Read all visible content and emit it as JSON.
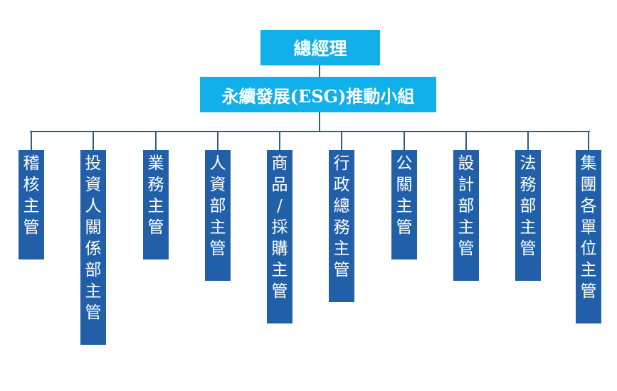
{
  "top": {
    "title": "總經理"
  },
  "committee": {
    "title": "永續發展(ESG)推動小組"
  },
  "departments": [
    {
      "chars": [
        "稽",
        "核",
        "主",
        "管"
      ]
    },
    {
      "chars": [
        "投",
        "資",
        "人",
        "關",
        "係",
        "部",
        "主",
        "管"
      ]
    },
    {
      "chars": [
        "業",
        "務",
        "主",
        "管"
      ]
    },
    {
      "chars": [
        "人",
        "資",
        "部",
        "主",
        "管"
      ]
    },
    {
      "chars": [
        "商",
        "品",
        "/",
        "採",
        "購",
        "主",
        "管"
      ]
    },
    {
      "chars": [
        "行",
        "政",
        "總",
        "務",
        "主",
        "管"
      ]
    },
    {
      "chars": [
        "公",
        "關",
        "主",
        "管"
      ]
    },
    {
      "chars": [
        "設",
        "計",
        "部",
        "主",
        "管"
      ]
    },
    {
      "chars": [
        "法",
        "務",
        "部",
        "主",
        "管"
      ]
    },
    {
      "chars": [
        "集",
        "團",
        "各",
        "單",
        "位",
        "主",
        "管"
      ]
    }
  ],
  "colors": {
    "top_fill": "#12b0ea",
    "dept_fill": "#2160a8",
    "connector": "#2f5f7c",
    "text": "#ffffff"
  }
}
